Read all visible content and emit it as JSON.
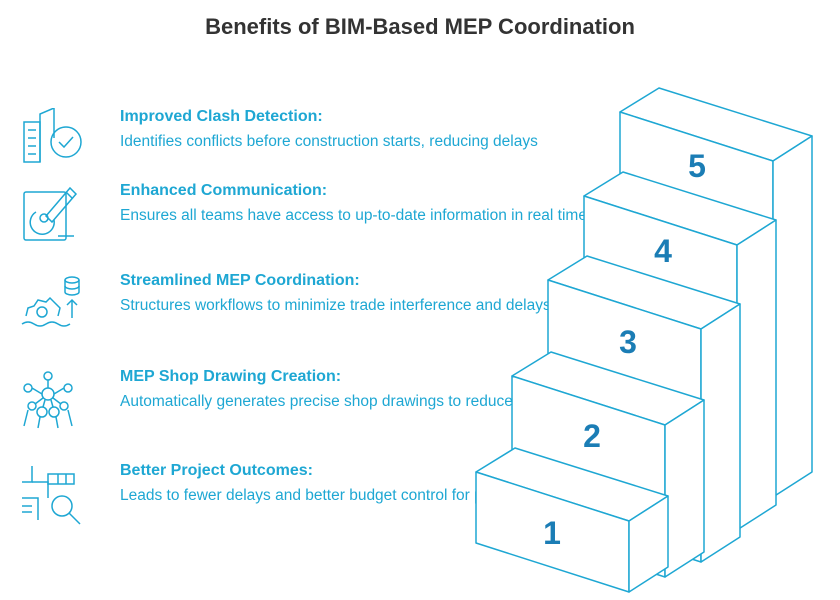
{
  "title": "Benefits of BIM-Based MEP Coordination",
  "items": [
    {
      "icon": "building-check-icon",
      "heading": "Improved Clash Detection:",
      "description": "Identifies conflicts before construction starts, reducing delays"
    },
    {
      "icon": "pen-drawing-icon",
      "heading": "Enhanced Communication:",
      "description": "Ensures all teams have access to up-to-date information in real time."
    },
    {
      "icon": "workflow-cog-icon",
      "heading": "Streamlined MEP Coordination:",
      "description": "Structures workflows to minimize trade interference and delays."
    },
    {
      "icon": "network-nodes-icon",
      "heading": "MEP Shop Drawing Creation:",
      "description": "Automatically generates precise shop drawings to reduce errors."
    },
    {
      "icon": "plan-magnifier-icon",
      "heading": "Better Project Outcomes:",
      "description": "Leads to fewer delays and better budget control for projects."
    }
  ],
  "steps": [
    "1",
    "2",
    "3",
    "4",
    "5"
  ],
  "colors": {
    "title": "#333333",
    "accent": "#1ea7d3",
    "number": "#1b7db5"
  }
}
